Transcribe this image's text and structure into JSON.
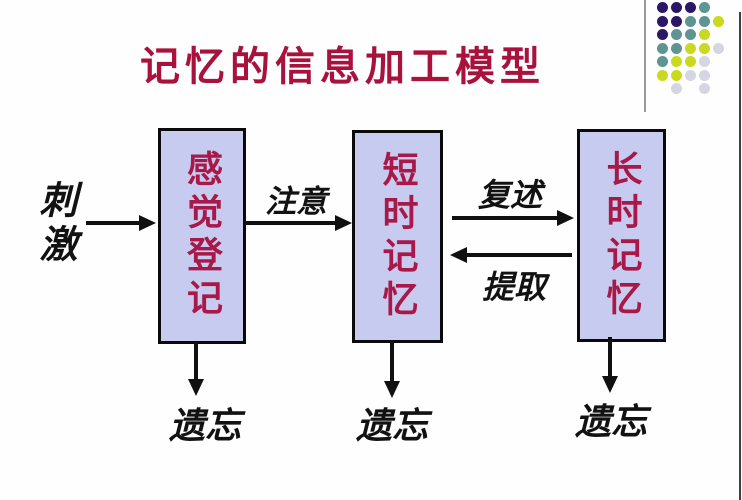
{
  "slide": {
    "title": "记忆的信息加工模型",
    "colors": {
      "title_text": "#a8123c",
      "box_fill": "#c7cbef",
      "box_border": "#0a0a0a",
      "box_text": "#a81848",
      "label_text": "#121212",
      "arrow": "#101010"
    }
  },
  "diagram": {
    "stimulus_label": "刺激",
    "boxes": [
      {
        "label": "感觉登记"
      },
      {
        "label": "短时记忆"
      },
      {
        "label": "长时记忆"
      }
    ],
    "flow_labels": {
      "attention": "注意",
      "rehearsal": "复述",
      "retrieval": "提取"
    },
    "forgetting_labels": [
      "遗忘",
      "遗忘",
      "遗忘"
    ]
  },
  "decoration": {
    "palette": {
      "D": "#2a1766",
      "T": "#5e9494",
      "L": "#c9d920",
      "G": "#d6d6e2"
    },
    "matrix": [
      "DDDT.",
      "DDTTL",
      "DTTL.",
      "TTLLG",
      "TLLG.",
      "LLGG.",
      ".G.G."
    ]
  }
}
